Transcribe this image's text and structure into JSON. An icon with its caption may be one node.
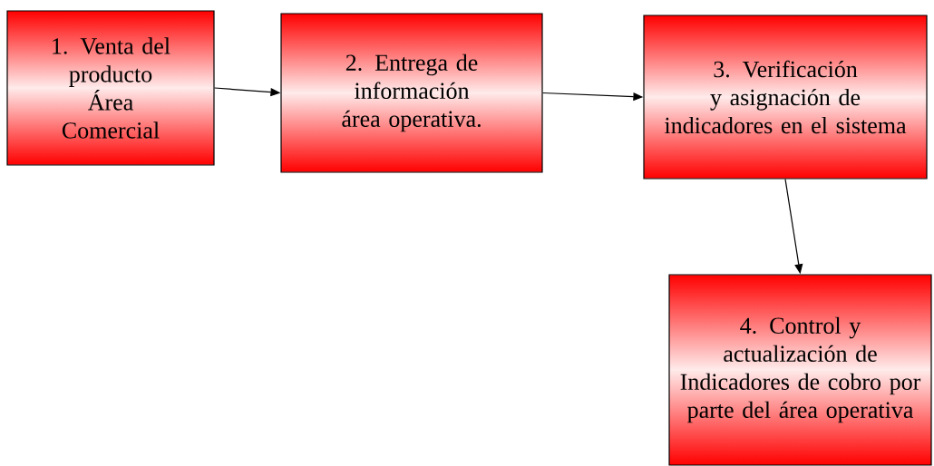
{
  "diagram": {
    "nodes": [
      {
        "text": [
          "1. Venta del producto Área Comercial"
        ]
      },
      {
        "text": [
          "2. Entrega de información área operativa."
        ]
      },
      {
        "text": [
          "3. Verificación y asignación de indicadores en el sistema"
        ]
      },
      {
        "text": [
          "4. Control y actualización de Indicadores de cobro por parte del área operativa"
        ]
      }
    ],
    "edges": [
      {
        "from": 0,
        "to": 1,
        "arrow": "to"
      },
      {
        "from": 1,
        "to": 2,
        "arrow": "to"
      },
      {
        "from": 2,
        "to": 3,
        "arrow": "to"
      }
    ]
  }
}
